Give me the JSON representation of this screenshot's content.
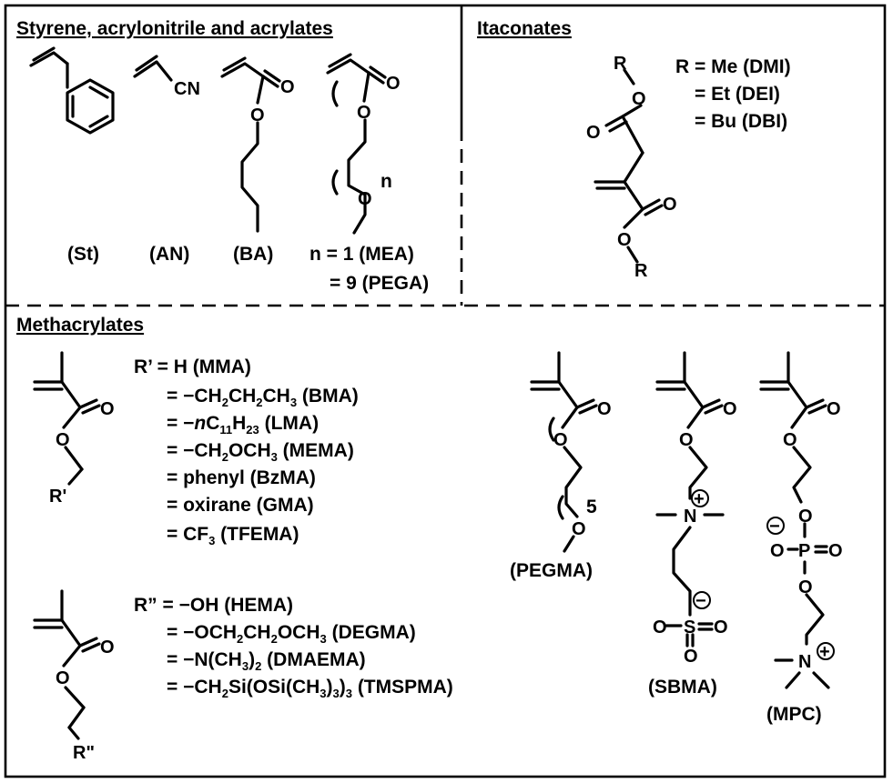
{
  "sections": {
    "styrene": {
      "heading": "Styrene, acrylonitrile and acrylates",
      "abbr": {
        "st": "(St)",
        "an": "(AN)",
        "ba": "(BA)"
      },
      "pega_lines": [
        "n = 1 (MEA)",
        "= 9 (PEGA)"
      ]
    },
    "itaconates": {
      "heading": "Itaconates",
      "lines": [
        "R = Me (DMI)",
        "= Et (DEI)",
        "= Bu (DBI)"
      ]
    },
    "methacrylates": {
      "heading": "Methacrylates",
      "r1_lines": {
        "mma": "R’ = H (MMA)",
        "bma": "= −CH2CH2CH3 (BMA)",
        "lma": "= −nC11H23 (LMA)",
        "mema": "= −CH2OCH3 (MEMA)",
        "bzma": "= phenyl (BzMA)",
        "gma": "= oxirane (GMA)",
        "tfema": "= CF3 (TFEMA)"
      },
      "r2_lines": {
        "hema": "R” = −OH (HEMA)",
        "degma": "= −OCH2CH2OCH3 (DEGMA)",
        "dmaema": "= −N(CH3)2 (DMAEMA)",
        "tmspma": "= −CH2Si(OSi(CH3)3)3 (TMSPMA)"
      },
      "abbr": {
        "pegma": "(PEGMA)",
        "sbma": "(SBMA)",
        "mpc": "(MPC)"
      }
    }
  },
  "atoms": {
    "O": "O",
    "N": "N",
    "P": "P",
    "S": "S",
    "CN": "CN",
    "R": "R",
    "r_prime": "R'",
    "r_dprime": "R\"",
    "n": "n",
    "five": "5",
    "plus": "+",
    "minus": "−"
  }
}
